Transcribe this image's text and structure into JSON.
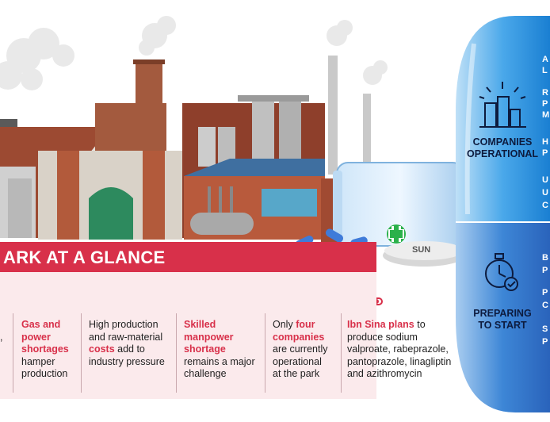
{
  "banner": {
    "title": "ARK AT A GLANCE"
  },
  "left_partial": {
    "text": ","
  },
  "columns": [
    {
      "icon": "flame-bulb-icon",
      "highlight": "Gas and power shortages",
      "lines": [
        {
          "t": "Gas and",
          "h": true
        },
        {
          "t": "power",
          "h": true
        },
        {
          "t": "shortages",
          "h": true
        },
        {
          "t": "hamper",
          "h": false
        },
        {
          "t": "production",
          "h": false
        }
      ]
    },
    {
      "icon": "coins-rising-icon",
      "lines": [
        {
          "t": "High production",
          "h": false
        },
        {
          "t": "and raw-material",
          "h": false
        },
        {
          "t": "costs",
          "h": true,
          "suffix": " add to"
        },
        {
          "t": "industry pressure",
          "h": false
        }
      ]
    },
    {
      "icon": "workers-icon",
      "lines": [
        {
          "t": "Skilled",
          "h": true
        },
        {
          "t": "manpower",
          "h": true
        },
        {
          "t": "shortage",
          "h": true
        },
        {
          "t": "remains a major",
          "h": false
        },
        {
          "t": "challenge",
          "h": false
        }
      ]
    },
    {
      "icon": "buildings-icon",
      "lines": [
        {
          "t": "Only ",
          "h": false,
          "suffix_h": "four"
        },
        {
          "t": "companies",
          "h": true
        },
        {
          "t": "are currently",
          "h": false
        },
        {
          "t": "operational",
          "h": false
        },
        {
          "t": "at the park",
          "h": false
        }
      ]
    },
    {
      "icon": "gear-conveyor-icon",
      "lines": [
        {
          "t": "Ibn Sina plans",
          "h": true,
          "suffix": " to"
        },
        {
          "t": "produce sodium",
          "h": false
        },
        {
          "t": "valproate, rabeprazole,",
          "h": false
        },
        {
          "t": "pantoprazole, linagliptin",
          "h": false
        },
        {
          "t": "and azithromycin",
          "h": false
        }
      ]
    }
  ],
  "capsule": {
    "top_label_1": "COMPANIES",
    "top_label_2": "OPERATIONAL",
    "bottom_label_1": "PREPARING",
    "bottom_label_2": "TO START",
    "right_letters_top": [
      "A",
      "L",
      "R",
      "P",
      "M",
      "H",
      "P",
      "U",
      "U",
      "C"
    ],
    "right_letters_bottom": [
      "B",
      "P",
      "P",
      "C",
      "S",
      "P"
    ]
  },
  "bottle_label": "SUN",
  "colors": {
    "banner": "#d8304a",
    "panel": "#fbeaec",
    "capsule_top": "#1f86d6",
    "capsule_bottom": "#2e6fc2",
    "highlight": "#d8304a"
  }
}
